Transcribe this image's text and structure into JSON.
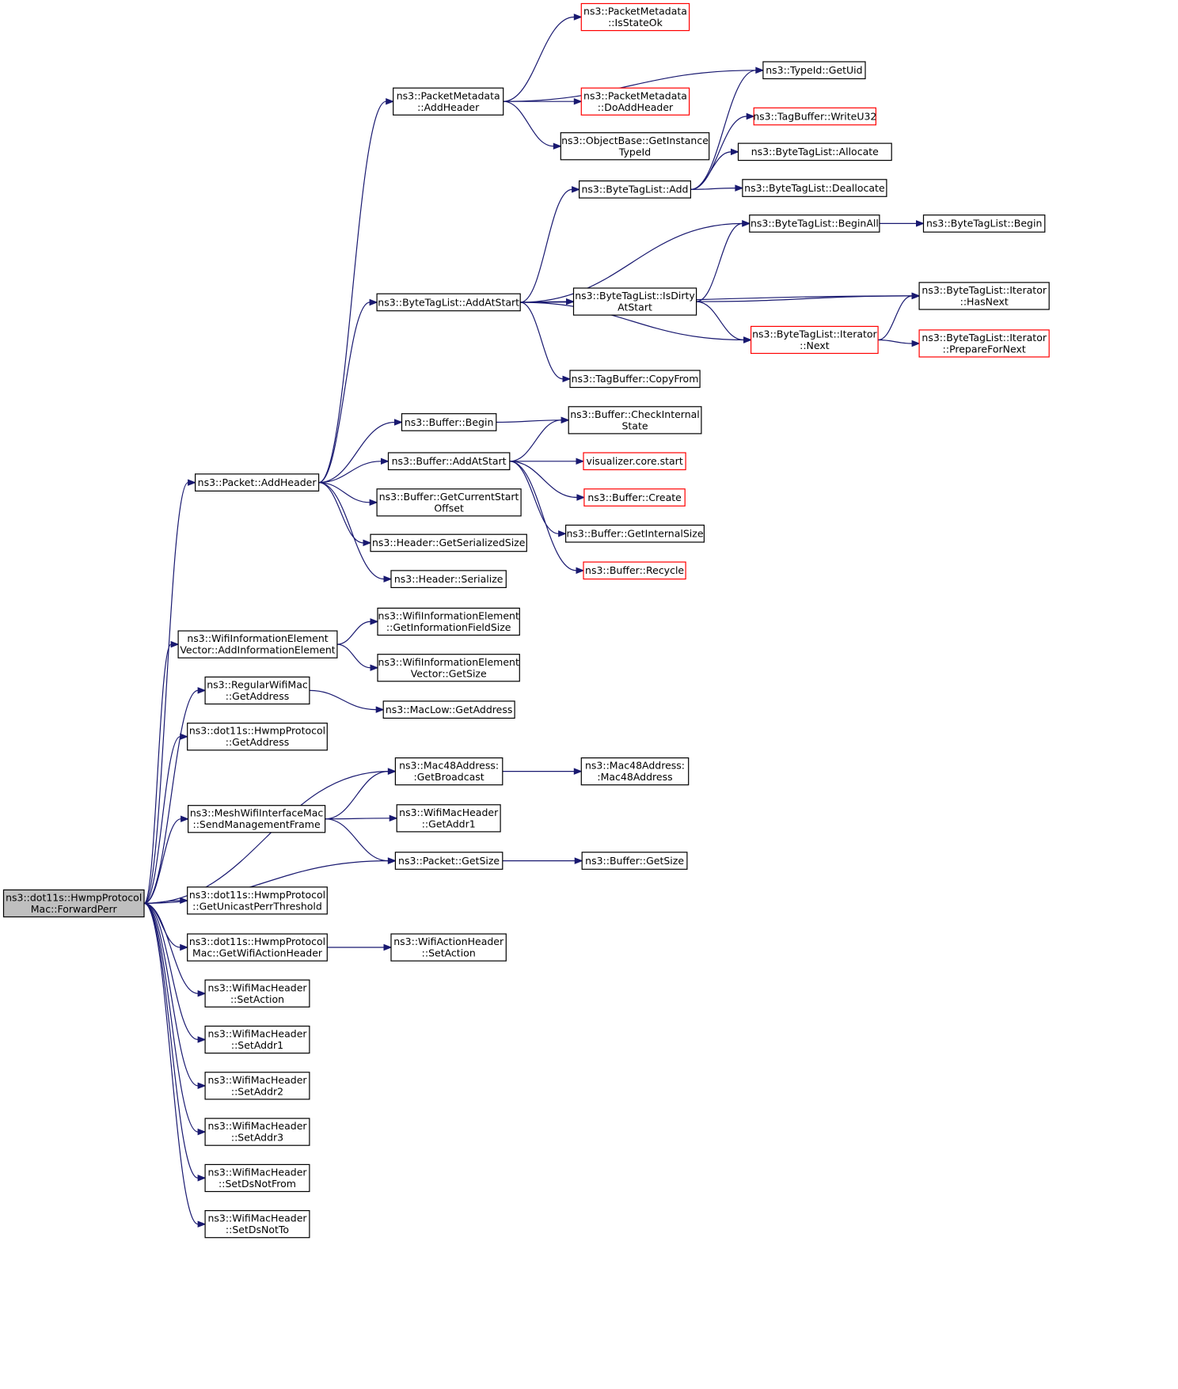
{
  "colors": {
    "edge": "#191970",
    "node_border": "#000000",
    "node_border_truncated": "#ff0000",
    "root_fill": "#bfbfbf",
    "text": "#000000"
  },
  "nodes": [
    {
      "id": "forward_perr",
      "lines": [
        "ns3::dot11s::HwmpProtocol",
        "Mac::ForwardPerr"
      ],
      "style": "root"
    },
    {
      "id": "packet_add_header",
      "lines": [
        "ns3::Packet::AddHeader"
      ]
    },
    {
      "id": "wie_add_info",
      "lines": [
        "ns3::WifiInformationElement",
        "Vector::AddInformationElement"
      ]
    },
    {
      "id": "regwifimac_getaddress",
      "lines": [
        "ns3::RegularWifiMac",
        "::GetAddress"
      ]
    },
    {
      "id": "hwmp_getaddress",
      "lines": [
        "ns3::dot11s::HwmpProtocol",
        "::GetAddress"
      ]
    },
    {
      "id": "mesh_send_mgmt",
      "lines": [
        "ns3::MeshWifiInterfaceMac",
        "::SendManagementFrame"
      ]
    },
    {
      "id": "hwmp_unicast_perr",
      "lines": [
        "ns3::dot11s::HwmpProtocol",
        "::GetUnicastPerrThreshold"
      ]
    },
    {
      "id": "hwmp_get_action_header",
      "lines": [
        "ns3::dot11s::HwmpProtocol",
        "Mac::GetWifiActionHeader"
      ]
    },
    {
      "id": "wmh_setaction",
      "lines": [
        "ns3::WifiMacHeader",
        "::SetAction"
      ]
    },
    {
      "id": "wmh_setaddr1",
      "lines": [
        "ns3::WifiMacHeader",
        "::SetAddr1"
      ]
    },
    {
      "id": "wmh_setaddr2",
      "lines": [
        "ns3::WifiMacHeader",
        "::SetAddr2"
      ]
    },
    {
      "id": "wmh_setaddr3",
      "lines": [
        "ns3::WifiMacHeader",
        "::SetAddr3"
      ]
    },
    {
      "id": "wmh_setdsnotfrom",
      "lines": [
        "ns3::WifiMacHeader",
        "::SetDsNotFrom"
      ]
    },
    {
      "id": "wmh_setdsnotto",
      "lines": [
        "ns3::WifiMacHeader",
        "::SetDsNotTo"
      ]
    },
    {
      "id": "pm_addheader",
      "lines": [
        "ns3::PacketMetadata",
        "::AddHeader"
      ]
    },
    {
      "id": "btl_addatstart",
      "lines": [
        "ns3::ByteTagList::AddAtStart"
      ]
    },
    {
      "id": "buffer_begin",
      "lines": [
        "ns3::Buffer::Begin"
      ]
    },
    {
      "id": "buffer_addatstart",
      "lines": [
        "ns3::Buffer::AddAtStart"
      ]
    },
    {
      "id": "buffer_getcurrentstart",
      "lines": [
        "ns3::Buffer::GetCurrentStart",
        "Offset"
      ]
    },
    {
      "id": "header_getserializedsize",
      "lines": [
        "ns3::Header::GetSerializedSize"
      ]
    },
    {
      "id": "header_serialize",
      "lines": [
        "ns3::Header::Serialize"
      ]
    },
    {
      "id": "wie_getinfofieldsize",
      "lines": [
        "ns3::WifiInformationElement",
        "::GetInformationFieldSize"
      ]
    },
    {
      "id": "wiev_getsize",
      "lines": [
        "ns3::WifiInformationElement",
        "Vector::GetSize"
      ]
    },
    {
      "id": "maclow_getaddress",
      "lines": [
        "ns3::MacLow::GetAddress"
      ]
    },
    {
      "id": "mac48_getbroadcast",
      "lines": [
        "ns3::Mac48Address:",
        ":GetBroadcast"
      ]
    },
    {
      "id": "wmh_getaddr1",
      "lines": [
        "ns3::WifiMacHeader",
        "::GetAddr1"
      ]
    },
    {
      "id": "packet_getsize",
      "lines": [
        "ns3::Packet::GetSize"
      ]
    },
    {
      "id": "wah_setaction",
      "lines": [
        "ns3::WifiActionHeader",
        "::SetAction"
      ]
    },
    {
      "id": "pm_isstateok",
      "lines": [
        "ns3::PacketMetadata",
        "::IsStateOk"
      ],
      "style": "red"
    },
    {
      "id": "pm_doaddheader",
      "lines": [
        "ns3::PacketMetadata",
        "::DoAddHeader"
      ],
      "style": "red"
    },
    {
      "id": "ob_getinstancetypeid",
      "lines": [
        "ns3::ObjectBase::GetInstance",
        "TypeId"
      ]
    },
    {
      "id": "btl_add",
      "lines": [
        "ns3::ByteTagList::Add"
      ]
    },
    {
      "id": "btl_isdirtyatstart",
      "lines": [
        "ns3::ByteTagList::IsDirty",
        "AtStart"
      ]
    },
    {
      "id": "tb_copyfrom",
      "lines": [
        "ns3::TagBuffer::CopyFrom"
      ]
    },
    {
      "id": "buffer_checkinternalstate",
      "lines": [
        "ns3::Buffer::CheckInternal",
        "State"
      ]
    },
    {
      "id": "viz_core_start",
      "lines": [
        "visualizer.core.start"
      ],
      "style": "red"
    },
    {
      "id": "buffer_create",
      "lines": [
        "ns3::Buffer::Create"
      ],
      "style": "red"
    },
    {
      "id": "buffer_getinternalsize",
      "lines": [
        "ns3::Buffer::GetInternalSize"
      ]
    },
    {
      "id": "buffer_recycle",
      "lines": [
        "ns3::Buffer::Recycle"
      ],
      "style": "red"
    },
    {
      "id": "mac48_mac48address",
      "lines": [
        "ns3::Mac48Address:",
        ":Mac48Address"
      ]
    },
    {
      "id": "buffer_getsize",
      "lines": [
        "ns3::Buffer::GetSize"
      ]
    },
    {
      "id": "typeid_getuid",
      "lines": [
        "ns3::TypeId::GetUid"
      ]
    },
    {
      "id": "tb_writeu32",
      "lines": [
        "ns3::TagBuffer::WriteU32"
      ],
      "style": "red"
    },
    {
      "id": "btl_allocate",
      "lines": [
        "ns3::ByteTagList::Allocate"
      ]
    },
    {
      "id": "btl_deallocate",
      "lines": [
        "ns3::ByteTagList::Deallocate"
      ]
    },
    {
      "id": "btl_beginall",
      "lines": [
        "ns3::ByteTagList::BeginAll"
      ]
    },
    {
      "id": "btli_next",
      "lines": [
        "ns3::ByteTagList::Iterator",
        "::Next"
      ],
      "style": "red"
    },
    {
      "id": "btl_begin",
      "lines": [
        "ns3::ByteTagList::Begin"
      ]
    },
    {
      "id": "btli_hasnext",
      "lines": [
        "ns3::ByteTagList::Iterator",
        "::HasNext"
      ]
    },
    {
      "id": "btli_preparefornext",
      "lines": [
        "ns3::ByteTagList::Iterator",
        "::PrepareForNext"
      ],
      "style": "red"
    }
  ],
  "edges": [
    [
      "forward_perr",
      "packet_add_header"
    ],
    [
      "forward_perr",
      "wie_add_info"
    ],
    [
      "forward_perr",
      "regwifimac_getaddress"
    ],
    [
      "forward_perr",
      "hwmp_getaddress"
    ],
    [
      "forward_perr",
      "mac48_getbroadcast"
    ],
    [
      "forward_perr",
      "mesh_send_mgmt"
    ],
    [
      "forward_perr",
      "packet_getsize"
    ],
    [
      "forward_perr",
      "hwmp_unicast_perr"
    ],
    [
      "forward_perr",
      "hwmp_get_action_header"
    ],
    [
      "forward_perr",
      "wmh_setaction"
    ],
    [
      "forward_perr",
      "wmh_setaddr1"
    ],
    [
      "forward_perr",
      "wmh_setaddr2"
    ],
    [
      "forward_perr",
      "wmh_setaddr3"
    ],
    [
      "forward_perr",
      "wmh_setdsnotfrom"
    ],
    [
      "forward_perr",
      "wmh_setdsnotto"
    ],
    [
      "packet_add_header",
      "pm_addheader"
    ],
    [
      "packet_add_header",
      "btl_addatstart"
    ],
    [
      "packet_add_header",
      "buffer_begin"
    ],
    [
      "packet_add_header",
      "buffer_addatstart"
    ],
    [
      "packet_add_header",
      "buffer_getcurrentstart"
    ],
    [
      "packet_add_header",
      "header_getserializedsize"
    ],
    [
      "packet_add_header",
      "header_serialize"
    ],
    [
      "wie_add_info",
      "wie_getinfofieldsize"
    ],
    [
      "wie_add_info",
      "wiev_getsize"
    ],
    [
      "regwifimac_getaddress",
      "maclow_getaddress"
    ],
    [
      "mesh_send_mgmt",
      "mac48_getbroadcast"
    ],
    [
      "mesh_send_mgmt",
      "wmh_getaddr1"
    ],
    [
      "mesh_send_mgmt",
      "packet_getsize"
    ],
    [
      "hwmp_get_action_header",
      "wah_setaction"
    ],
    [
      "pm_addheader",
      "pm_isstateok"
    ],
    [
      "pm_addheader",
      "typeid_getuid"
    ],
    [
      "pm_addheader",
      "pm_doaddheader"
    ],
    [
      "pm_addheader",
      "ob_getinstancetypeid"
    ],
    [
      "btl_addatstart",
      "btl_add"
    ],
    [
      "btl_addatstart",
      "btl_beginall"
    ],
    [
      "btl_addatstart",
      "btli_hasnext"
    ],
    [
      "btl_addatstart",
      "btl_isdirtyatstart"
    ],
    [
      "btl_addatstart",
      "btli_next"
    ],
    [
      "btl_addatstart",
      "tb_copyfrom"
    ],
    [
      "buffer_begin",
      "buffer_checkinternalstate"
    ],
    [
      "buffer_addatstart",
      "buffer_checkinternalstate"
    ],
    [
      "buffer_addatstart",
      "viz_core_start"
    ],
    [
      "buffer_addatstart",
      "buffer_create"
    ],
    [
      "buffer_addatstart",
      "buffer_getinternalsize"
    ],
    [
      "buffer_addatstart",
      "buffer_recycle"
    ],
    [
      "mac48_getbroadcast",
      "mac48_mac48address"
    ],
    [
      "packet_getsize",
      "buffer_getsize"
    ],
    [
      "btl_add",
      "typeid_getuid"
    ],
    [
      "btl_add",
      "tb_writeu32"
    ],
    [
      "btl_add",
      "btl_allocate"
    ],
    [
      "btl_add",
      "btl_deallocate"
    ],
    [
      "btl_isdirtyatstart",
      "btl_beginall"
    ],
    [
      "btl_isdirtyatstart",
      "btli_hasnext"
    ],
    [
      "btl_isdirtyatstart",
      "btli_next"
    ],
    [
      "btl_beginall",
      "btl_begin"
    ],
    [
      "btli_next",
      "btli_hasnext"
    ],
    [
      "btli_next",
      "btli_preparefornext"
    ]
  ]
}
